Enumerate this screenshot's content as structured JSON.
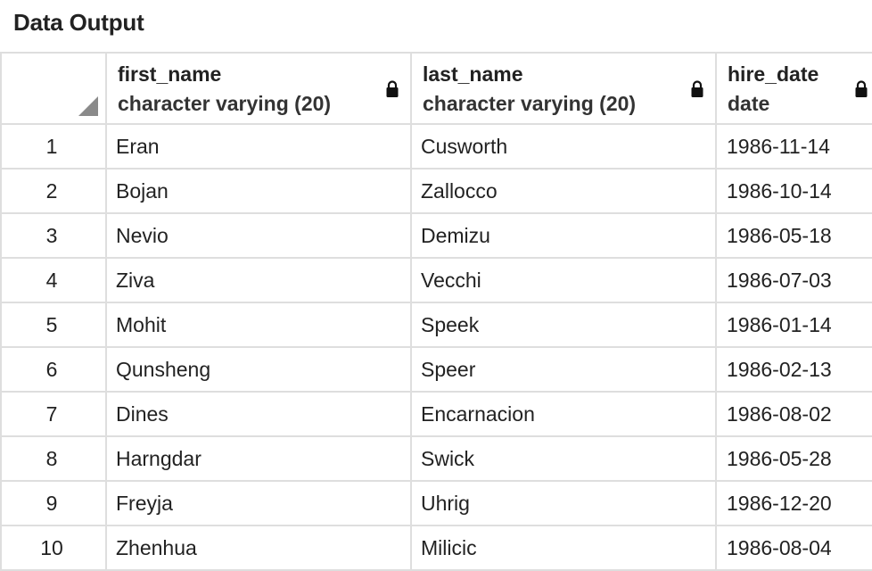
{
  "panel": {
    "title": "Data Output"
  },
  "columns": [
    {
      "name": "first_name",
      "type": "character varying (20)",
      "icon": "lock-icon"
    },
    {
      "name": "last_name",
      "type": "character varying (20)",
      "icon": "lock-icon"
    },
    {
      "name": "hire_date",
      "type": "date",
      "icon": "lock-icon"
    }
  ],
  "rows": [
    {
      "num": "1",
      "first_name": "Eran",
      "last_name": "Cusworth",
      "hire_date": "1986-11-14"
    },
    {
      "num": "2",
      "first_name": "Bojan",
      "last_name": "Zallocco",
      "hire_date": "1986-10-14"
    },
    {
      "num": "3",
      "first_name": "Nevio",
      "last_name": "Demizu",
      "hire_date": "1986-05-18"
    },
    {
      "num": "4",
      "first_name": "Ziva",
      "last_name": "Vecchi",
      "hire_date": "1986-07-03"
    },
    {
      "num": "5",
      "first_name": "Mohit",
      "last_name": "Speek",
      "hire_date": "1986-01-14"
    },
    {
      "num": "6",
      "first_name": "Qunsheng",
      "last_name": "Speer",
      "hire_date": "1986-02-13"
    },
    {
      "num": "7",
      "first_name": "Dines",
      "last_name": "Encarnacion",
      "hire_date": "1986-08-02"
    },
    {
      "num": "8",
      "first_name": "Harngdar",
      "last_name": "Swick",
      "hire_date": "1986-05-28"
    },
    {
      "num": "9",
      "first_name": "Freyja",
      "last_name": "Uhrig",
      "hire_date": "1986-12-20"
    },
    {
      "num": "10",
      "first_name": "Zhenhua",
      "last_name": "Milicic",
      "hire_date": "1986-08-04"
    }
  ],
  "colors": {
    "border": "#dedede",
    "text": "#222222",
    "corner_marker": "#8a8a8a"
  }
}
